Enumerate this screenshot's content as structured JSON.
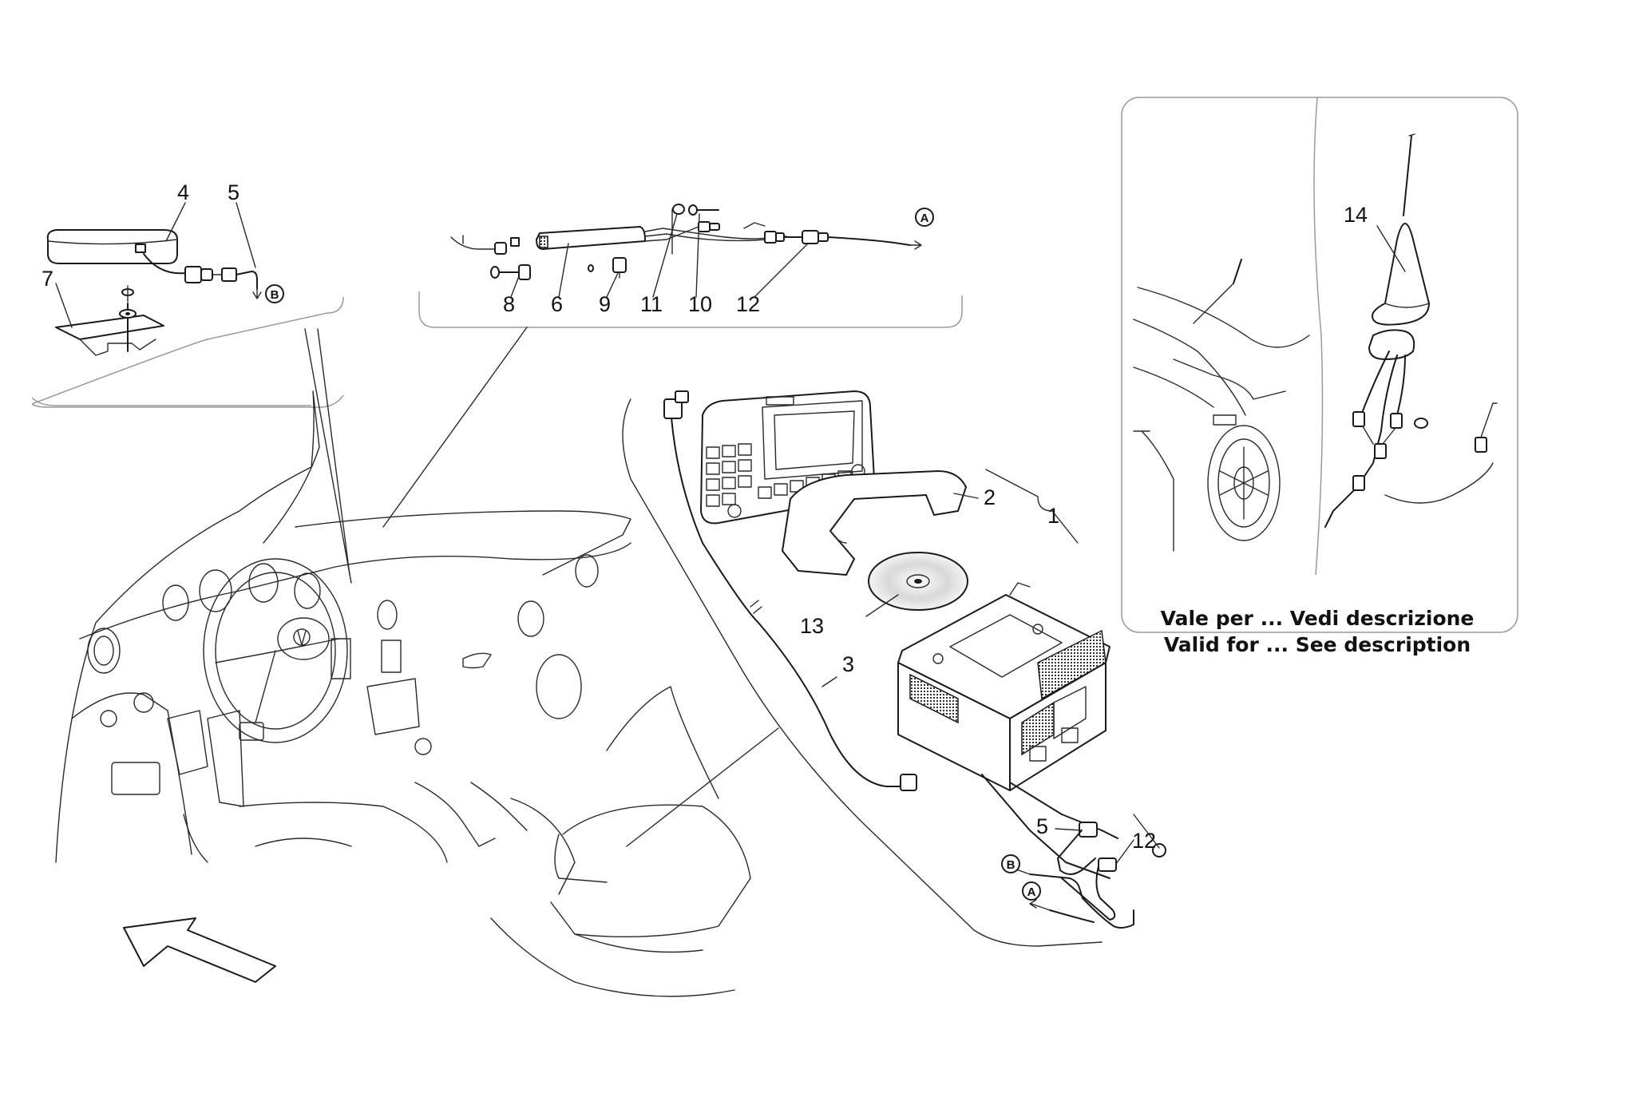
{
  "callouts": {
    "n1": "1",
    "n2": "2",
    "n3": "3",
    "n4": "4",
    "n5a": "5",
    "n5b": "5",
    "n6": "6",
    "n7": "7",
    "n8": "8",
    "n9": "9",
    "n10": "10",
    "n11": "11",
    "n12a": "12",
    "n12b": "12",
    "n13": "13",
    "n14": "14"
  },
  "connectors": {
    "a_top": "A",
    "b_top": "B",
    "a_bottom": "A",
    "b_bottom": "B"
  },
  "note": {
    "line1": "Vale per ... Vedi descrizione",
    "line2": "Valid for ... See description"
  }
}
